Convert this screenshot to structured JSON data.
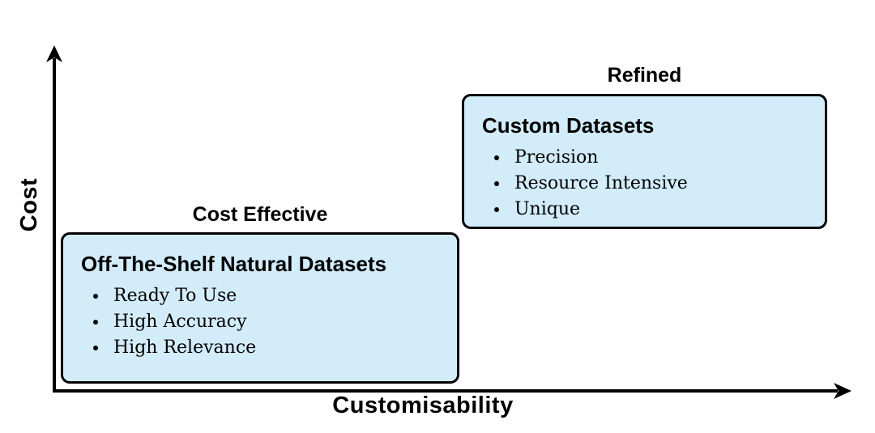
{
  "diagram": {
    "x_axis_label": "Customisability",
    "y_axis_label": "Cost",
    "quadrants": [
      {
        "tag": "Cost Effective",
        "title": "Off-The-Shelf Natural Datasets",
        "bullets": [
          "Ready To Use",
          "High Accuracy",
          "High Relevance"
        ]
      },
      {
        "tag": "Refined",
        "title": "Custom Datasets",
        "bullets": [
          "Precision",
          "Resource Intensive",
          "Unique"
        ]
      }
    ],
    "colors": {
      "background": "#ffffff",
      "box_fill": "#d3ecfa",
      "box_border": "#000000",
      "axis": "#000000",
      "text": "#000000"
    }
  }
}
